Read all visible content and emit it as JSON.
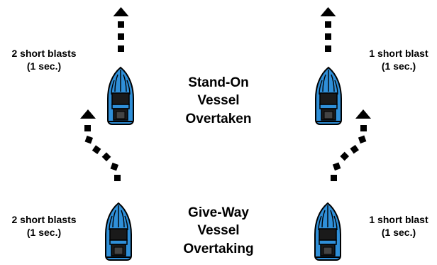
{
  "labels": {
    "stand_on": {
      "line1": "Stand-On",
      "line2": "Vessel",
      "line3": "Overtaken"
    },
    "give_way": {
      "line1": "Give-Way",
      "line2": "Vessel",
      "line3": "Overtaking"
    }
  },
  "signals": {
    "left_top": {
      "line1": "2 short blasts",
      "line2": "(1 sec.)"
    },
    "left_bottom": {
      "line1": "2 short blasts",
      "line2": "(1 sec.)"
    },
    "right_top": {
      "line1": "1 short blast",
      "line2": "(1 sec.)"
    },
    "right_bottom": {
      "line1": "1 short blast",
      "line2": "(1 sec.)"
    }
  },
  "colors": {
    "hull_blue": "#2f8fd8",
    "hull_outline": "#000000",
    "cabin": "#1a1a1a",
    "arrow": "#000000"
  },
  "icons": [
    "boat-icon",
    "dotted-arrow-icon"
  ]
}
